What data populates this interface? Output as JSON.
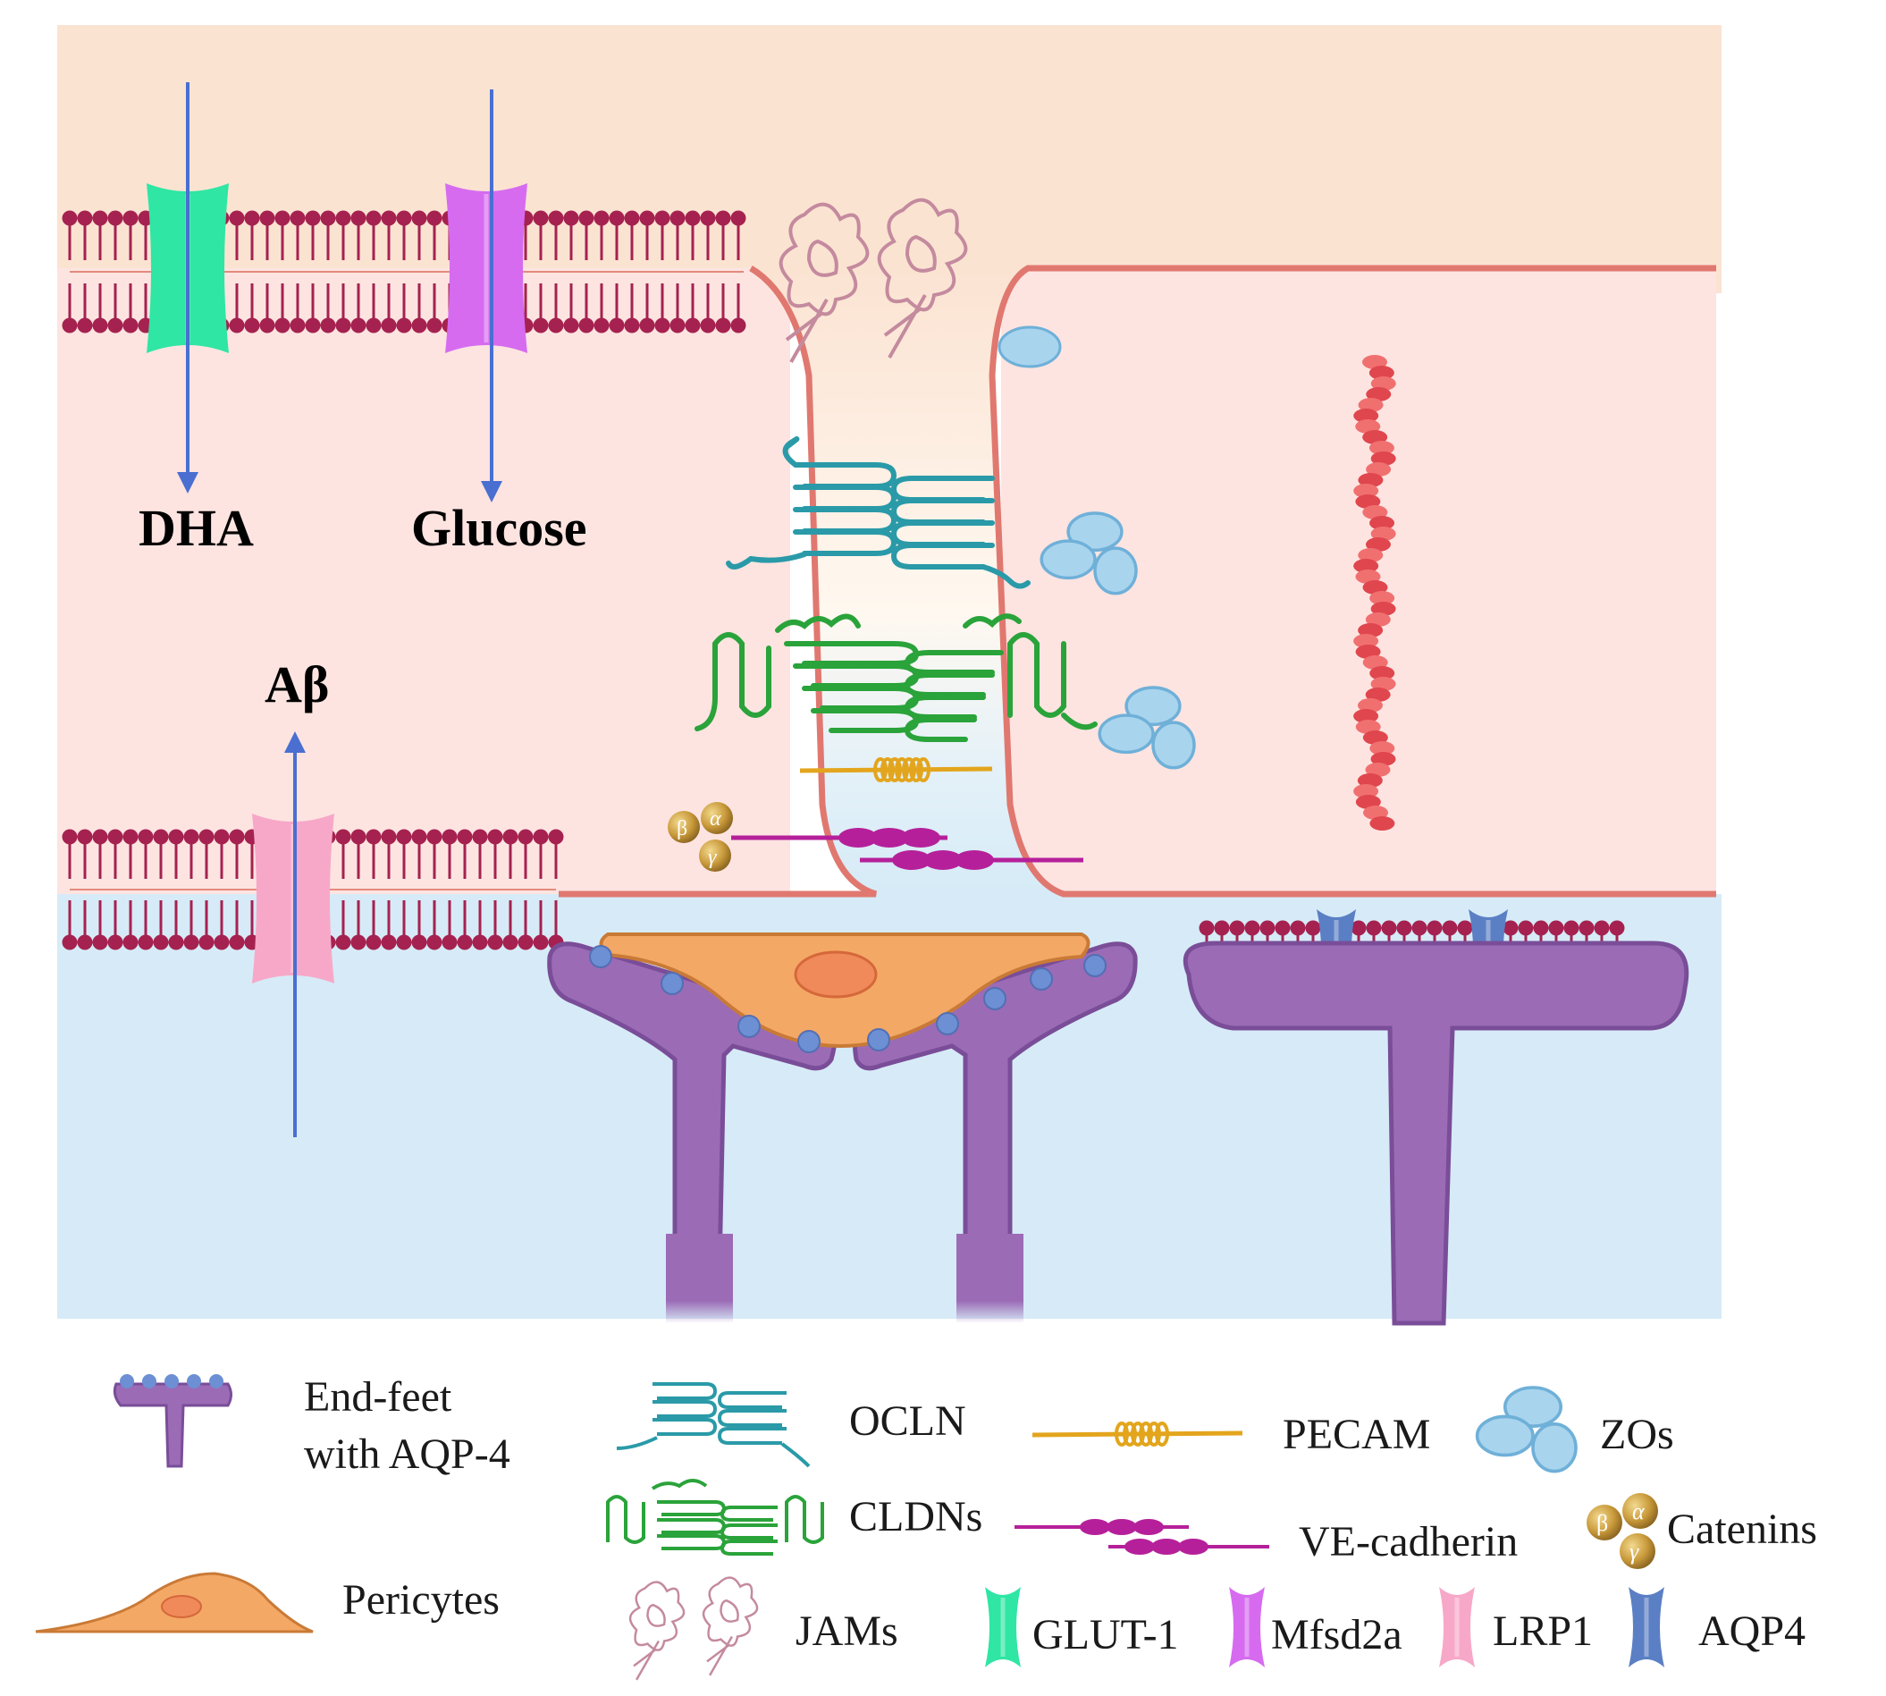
{
  "labels": {
    "dha": "DHA",
    "glucose": "Glucose",
    "abeta": "Aβ"
  },
  "legend": {
    "endfeet_line1": "End-feet",
    "endfeet_line2": "with AQP-4",
    "pericytes": "Pericytes",
    "ocln": "OCLN",
    "cldns": "CLDNs",
    "jams": "JAMs",
    "pecam": "PECAM",
    "ve_cadherin": "VE-cadherin",
    "zos": "ZOs",
    "catenins": "Catenins",
    "glut1": "GLUT-1",
    "mfsd2a": "Mfsd2a",
    "lrp1": "LRP1",
    "aqp4": "AQP4"
  },
  "catenin_greek": {
    "beta": "β",
    "alpha": "α",
    "gamma": "γ"
  },
  "colors": {
    "lumen": "#fbe3d2",
    "cell": "#fde4e1",
    "brain": "#d6ebf7",
    "lipid": "#a52250",
    "glut1": "#2fe6a4",
    "mfsd2a": "#d66bf0",
    "lrp1": "#f7a8c8",
    "aqp4": "#5b7fc4",
    "astrocyte": "#9b6bb6",
    "pericyte": "#f4a866",
    "ocln": "#2a9aa8",
    "cldn": "#2aa33a",
    "pecam": "#e3a51d",
    "ve_cadherin": "#b5209a",
    "zo": "#a9d4ee",
    "catenin": "#c99a3b",
    "arrow": "#4a6fd1",
    "cell_membrane": "#e07870"
  }
}
